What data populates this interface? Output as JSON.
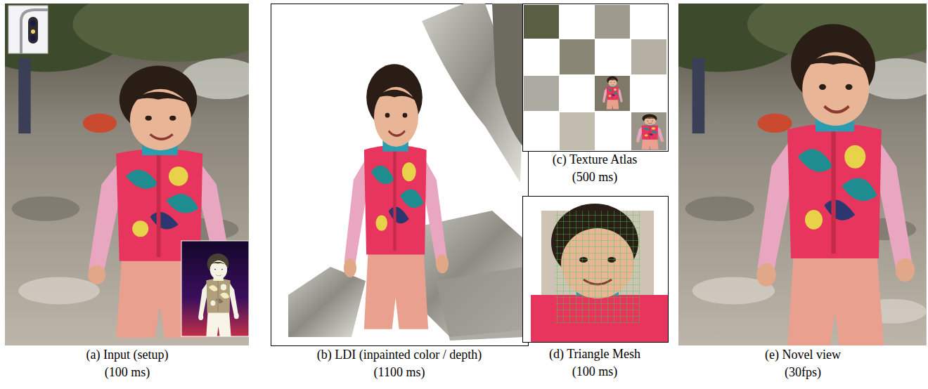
{
  "diagram": {
    "labels": [
      "(a) Input (setup)",
      "(100 ms)",
      "(b) LDI (inpainted color / depth)",
      "(1100 ms)",
      "(c) Texture Atlas",
      "(500 ms)",
      "(d) Triangle Mesh",
      "(100 ms)",
      "(e) Novel view",
      "(30fps)"
    ]
  }
}
